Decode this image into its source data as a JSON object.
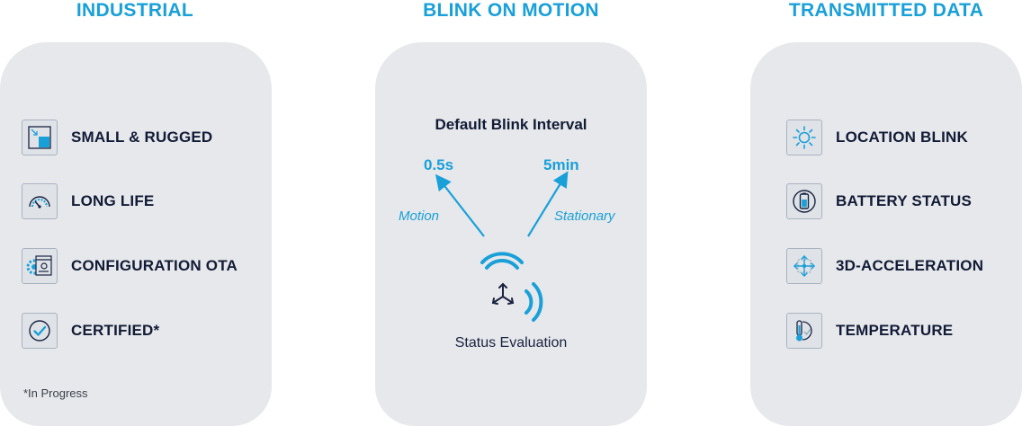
{
  "industrial": {
    "title": "INDUSTRIAL",
    "features": [
      {
        "label": "SMALL & RUGGED",
        "icon": "resize-window-icon"
      },
      {
        "label": "LONG LIFE",
        "icon": "gauge-icon"
      },
      {
        "label": "CONFIGURATION OTA",
        "icon": "gear-screen-icon"
      },
      {
        "label": "CERTIFIED*",
        "icon": "checkmark-circle-icon"
      }
    ],
    "footnote": "*In Progress"
  },
  "blink": {
    "title": "BLINK ON MOTION",
    "heading": "Default Blink Interval",
    "motion_value": "0.5s",
    "stationary_value": "5min",
    "motion_caption": "Motion",
    "stationary_caption": "Stationary",
    "status_label": "Status Evaluation"
  },
  "transmitted": {
    "title": "TRANSMITTED DATA",
    "features": [
      {
        "label": "LOCATION BLINK",
        "icon": "blink-burst-icon"
      },
      {
        "label": "BATTERY STATUS",
        "icon": "battery-icon"
      },
      {
        "label": "3D-ACCELERATION",
        "icon": "acceleration-arrows-icon"
      },
      {
        "label": "TEMPERATURE",
        "icon": "thermometer-icon"
      }
    ]
  },
  "colors": {
    "accent": "#1aa0d8",
    "card": "#e6e8eb",
    "text": "#121b36"
  }
}
